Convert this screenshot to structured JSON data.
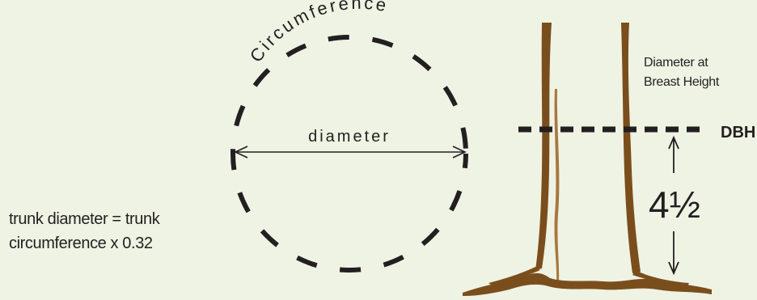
{
  "labels": {
    "circumference_chars": [
      "C",
      "i",
      "r",
      "c",
      "u",
      "m",
      "f",
      "e",
      "r",
      "e",
      "n",
      "c",
      "e"
    ],
    "diameter": "diameter",
    "dbh_short": "DBH",
    "dbh_long_line1": "Diameter at",
    "dbh_long_line2": "Breast Height",
    "height": "4½"
  },
  "formula": {
    "line1": "trunk diameter = trunk",
    "line2": "circumference x 0.32"
  },
  "colors": {
    "background": "#eef3e4",
    "ink": "#231f20",
    "trunk": "#7a4e1c",
    "trunk_light": "#a8773f"
  }
}
